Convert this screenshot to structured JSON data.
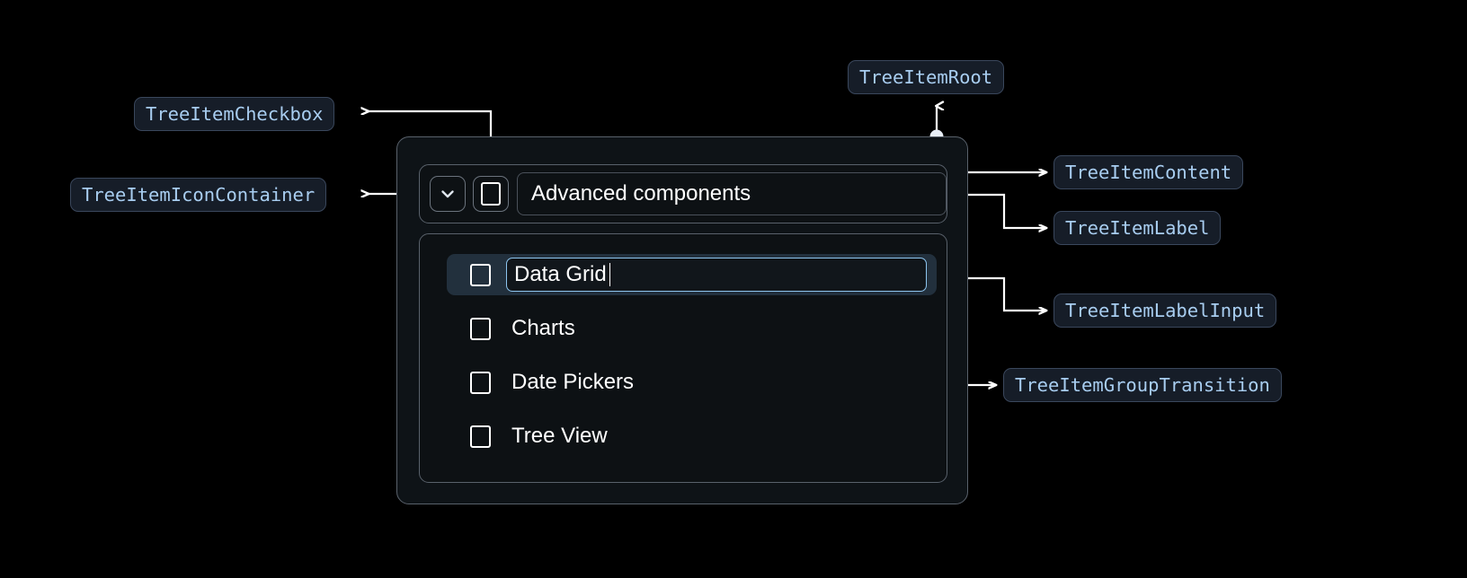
{
  "page": {
    "background": "#000000",
    "accent": "#a8cdf0",
    "chip_bg": "#161d28",
    "chip_border": "#3a475c",
    "card_bg": "#0e1317",
    "card_border": "#59616b",
    "selected_row_bg": "#22303d",
    "input_focus_border": "#8dc5f0",
    "connector_color": "#ffffff"
  },
  "annotations": [
    {
      "id": "tree-item-checkbox",
      "label": "TreeItemCheckbox"
    },
    {
      "id": "tree-item-icon-container",
      "label": "TreeItemIconContainer"
    },
    {
      "id": "tree-item-root",
      "label": "TreeItemRoot"
    },
    {
      "id": "tree-item-content",
      "label": "TreeItemContent"
    },
    {
      "id": "tree-item-label",
      "label": "TreeItemLabel"
    },
    {
      "id": "tree-item-label-input",
      "label": "TreeItemLabelInput"
    },
    {
      "id": "tree-item-group-transition",
      "label": "TreeItemGroupTransition"
    }
  ],
  "tree": {
    "root": {
      "label": "Advanced components",
      "expand_icon": "chevron-down-icon",
      "checkbox_state": "unchecked",
      "expanded": true
    },
    "children": [
      {
        "label": "Data Grid",
        "checkbox_state": "unchecked",
        "editing": true,
        "selected": true,
        "input_value": "Data Grid"
      },
      {
        "label": "Charts",
        "checkbox_state": "unchecked",
        "editing": false,
        "selected": false
      },
      {
        "label": "Date Pickers",
        "checkbox_state": "unchecked",
        "editing": false,
        "selected": false
      },
      {
        "label": "Tree View",
        "checkbox_state": "unchecked",
        "editing": false,
        "selected": false
      }
    ]
  }
}
